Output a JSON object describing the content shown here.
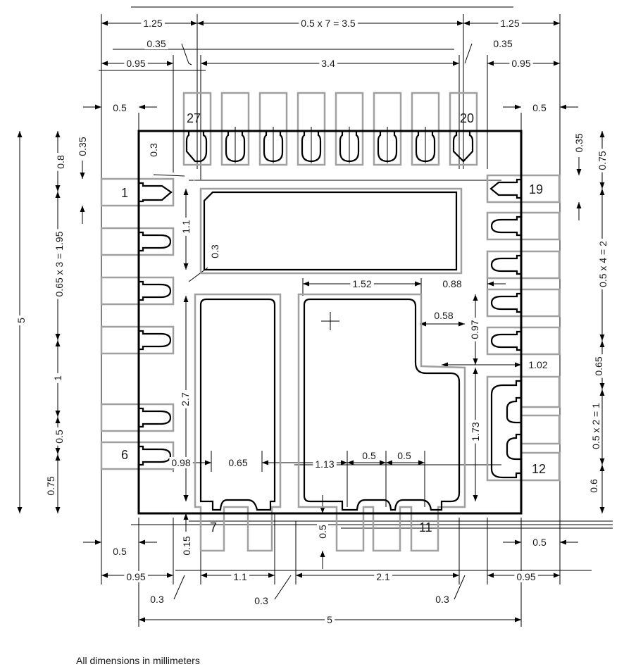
{
  "drawing": {
    "footnote": "All dimensions in millimeters",
    "pins": {
      "p1": "1",
      "p6": "6",
      "p7": "7",
      "p11": "11",
      "p12": "12",
      "p19": "19",
      "p20": "20",
      "p27": "27"
    },
    "labels": [
      "1.25",
      "0.5 x 7 = 3.5",
      "1.25",
      "0.35",
      "0.35",
      "0.95",
      "3.4",
      "0.95",
      "0.5",
      "0.5",
      "0.35",
      "0.8",
      "0.3",
      "0.35",
      "0.75",
      "0.65 x 3 = 1.95",
      "1.1",
      "0.3",
      "0.5 x 4 = 2",
      "1.52",
      "0.88",
      "0.58",
      "0.97",
      "5",
      "1.02",
      "0.65",
      "1",
      "2.7",
      "1.73",
      "0.5 x 2 = 1",
      "0.5",
      "0.98",
      "0.65",
      "1.13",
      "0.5",
      "0.5",
      "0.75",
      "0.6",
      "0.5",
      "0.15",
      "0.5",
      "0.5",
      "0.95",
      "1.1",
      "2.1",
      "0.95",
      "0.3",
      "0.3",
      "0.3",
      "5"
    ],
    "colors": {
      "pad_outline": "#a0a0a0",
      "terminal": "#000000"
    }
  }
}
